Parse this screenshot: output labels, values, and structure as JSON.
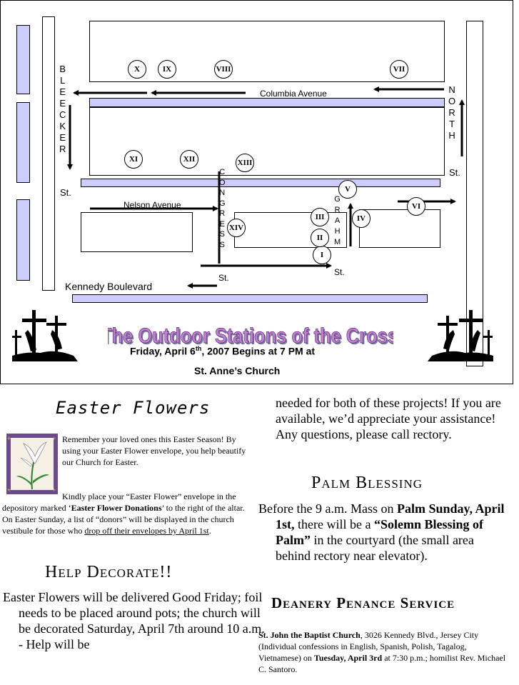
{
  "map": {
    "streets": {
      "bleecker_letters": [
        "B",
        "L",
        "E",
        "E",
        "C",
        "K",
        "E",
        "R"
      ],
      "bleecker_suffix": "St.",
      "north_letters": [
        "N",
        "O",
        "R",
        "T",
        "H"
      ],
      "north_suffix": "St.",
      "columbia": "Columbia Avenue",
      "nelson": "Nelson Avenue",
      "congress_letters": [
        "C",
        "O",
        "N",
        "G",
        "R",
        "E",
        "S",
        "S"
      ],
      "congress_suffix": "St.",
      "graham_letters": [
        "G",
        "R",
        "A",
        "H",
        "M"
      ],
      "graham_suffix": "St.",
      "kennedy": "Kennedy Boulevard"
    },
    "stations": [
      "I",
      "II",
      "III",
      "IV",
      "V",
      "VI",
      "VII",
      "VIII",
      "IX",
      "X",
      "XI",
      "XII",
      "XIII",
      "XIV"
    ],
    "title": "The Outdoor Stations of the Cross",
    "event": {
      "prefix": "Friday,  April 6",
      "sup": "th",
      "suffix": ", 2007  Begins at  7 PM  at",
      "location": "St. Anne’s Church"
    },
    "colors": {
      "street_fill": "#ccccff",
      "title_fill": "#c080d0",
      "title_shadow": "#7a7aa6"
    }
  },
  "easter_flowers": {
    "heading": "Easter Flowers",
    "para1": "Remember your loved ones this Easter Season! By using your Easter Flower envelope, you help beautify our Church for Easter.",
    "para2_start": "Kindly place your “Easter Flower” envelope in the depository marked ‘",
    "para2_bold": "Easter Flower Donations",
    "para2_mid": "’ to the right of the altar. On Easter Sunday, a list of “donors” will be displayed in the church vestibule for those who ",
    "para2_underline": "drop off their envelopes by April 1st",
    "para2_end": "."
  },
  "help_decorate": {
    "heading": "Help Decorate!!",
    "text": "Easter Flowers will be delivered Good Friday; foil needs to be placed around pots; the church will be decorated Saturday, April 7th around 10 a.m. - Help will be",
    "continued": "needed for both of these projects! If you are available, we’d appreciate your assistance! Any questions, please call rectory."
  },
  "palm_blessing": {
    "heading": "Palm Blessing",
    "t1": "Before the 9 a.m. Mass on ",
    "b1": "Palm Sunday, April 1st,",
    "t2": " there will be a ",
    "b2": "“Solemn Blessing of Palm”",
    "t3": " in the courtyard (the small area behind rectory near elevator)."
  },
  "penance": {
    "heading": "Deanery Penance Service",
    "b1": "St. John the Baptist Church",
    "t1": ", 3026 Kennedy Blvd., Jersey City (Individual confessions in English, Spanish, Polish, Tagalog, Vietnamese) on ",
    "b2": "Tuesday, April 3rd",
    "t2": " at 7:30 p.m.; homilist Rev. Michael C. Santoro."
  }
}
